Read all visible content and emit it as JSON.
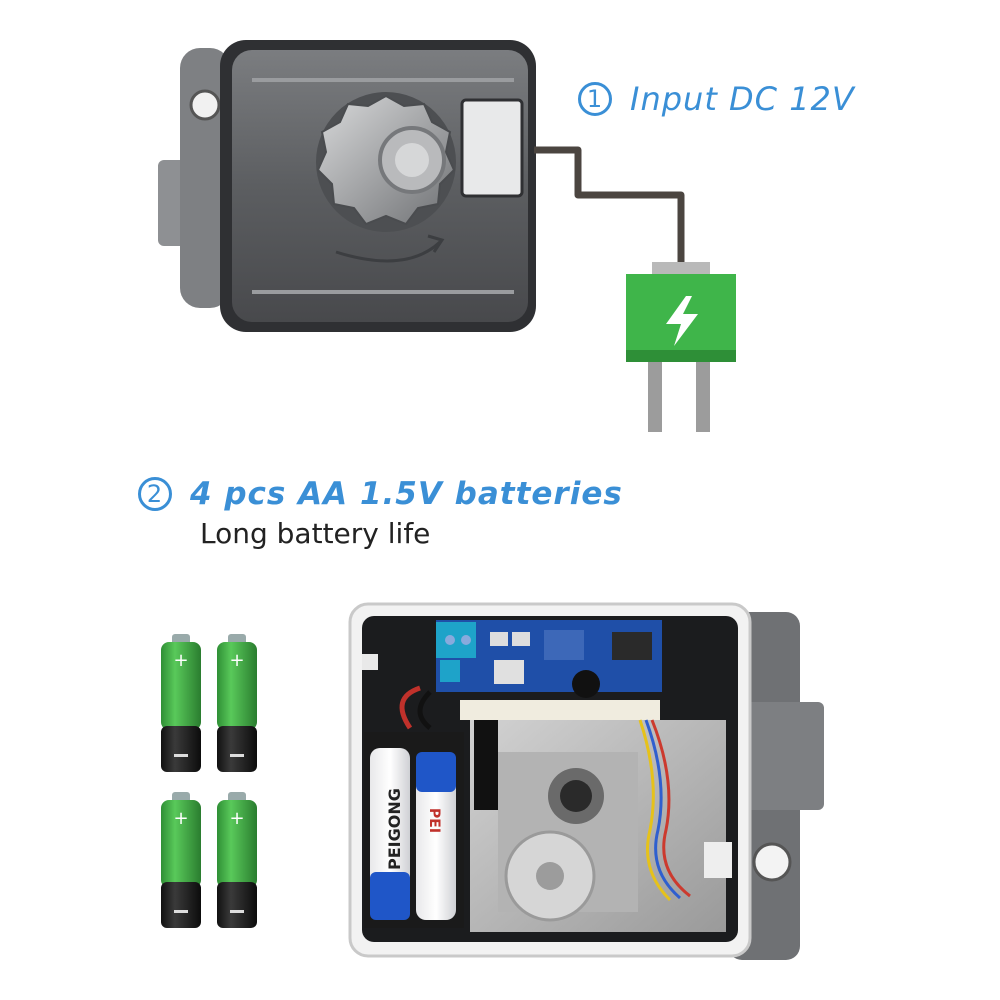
{
  "features": [
    {
      "number": "1",
      "text": "Input DC 12V"
    },
    {
      "number": "2",
      "text": "4 pcs AA 1.5V batteries",
      "subtext": "Long battery life"
    }
  ],
  "battery_brand": "PEIGONG",
  "battery_brand_alt": "PEI",
  "colors": {
    "accent_blue": "#3a8fd6",
    "power_green": "#3fb54a",
    "lock_gray": "#5e6063"
  },
  "icons": [
    "lightning-bolt-icon",
    "plus-icon",
    "minus-icon"
  ]
}
